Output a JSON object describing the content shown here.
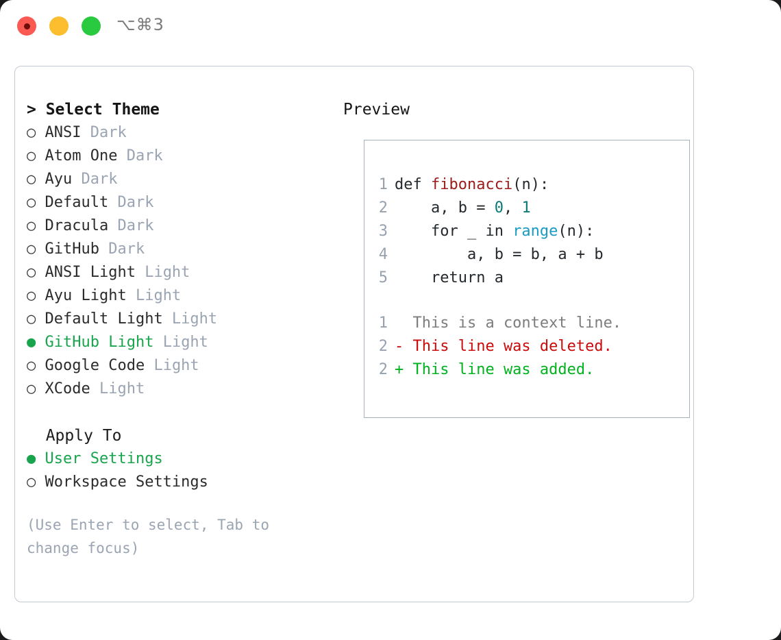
{
  "titlebar": {
    "shortcut": "⌥⌘3",
    "lights": [
      "close",
      "minimize",
      "zoom"
    ]
  },
  "theme_section": {
    "header": "> Select Theme",
    "items": [
      {
        "bullet": "○",
        "label": "ANSI",
        "tag": "Dark",
        "selected": false
      },
      {
        "bullet": "○",
        "label": "Atom One",
        "tag": "Dark",
        "selected": false
      },
      {
        "bullet": "○",
        "label": "Ayu",
        "tag": "Dark",
        "selected": false
      },
      {
        "bullet": "○",
        "label": "Default",
        "tag": "Dark",
        "selected": false
      },
      {
        "bullet": "○",
        "label": "Dracula",
        "tag": "Dark",
        "selected": false
      },
      {
        "bullet": "○",
        "label": "GitHub",
        "tag": "Dark",
        "selected": false
      },
      {
        "bullet": "○",
        "label": "ANSI Light",
        "tag": "Light",
        "selected": false
      },
      {
        "bullet": "○",
        "label": "Ayu Light",
        "tag": "Light",
        "selected": false
      },
      {
        "bullet": "○",
        "label": "Default Light",
        "tag": "Light",
        "selected": false
      },
      {
        "bullet": "●",
        "label": "GitHub Light",
        "tag": "Light",
        "selected": true
      },
      {
        "bullet": "○",
        "label": "Google Code",
        "tag": "Light",
        "selected": false
      },
      {
        "bullet": "○",
        "label": "XCode",
        "tag": "Light",
        "selected": false
      }
    ]
  },
  "apply_section": {
    "header": "  Apply To",
    "items": [
      {
        "bullet": "●",
        "label": "User Settings",
        "tag": "",
        "selected": true
      },
      {
        "bullet": "○",
        "label": "Workspace Settings",
        "tag": "",
        "selected": false
      }
    ]
  },
  "hint": "(Use Enter to select, Tab to change focus)",
  "preview": {
    "title": "Preview",
    "code_lines": [
      {
        "no": "1",
        "pre": "def ",
        "fn": "fibonacci",
        "post": "(n):"
      },
      {
        "no": "2",
        "pre": "    a, b = ",
        "num1": "0",
        "mid": ", ",
        "num2": "1"
      },
      {
        "no": "3",
        "pre": "    for _ in ",
        "call": "range",
        "post": "(n):"
      },
      {
        "no": "4",
        "pre": "        a, b = b, a + b"
      },
      {
        "no": "5",
        "pre": "    return a"
      }
    ],
    "diff_lines": [
      {
        "no": "1",
        "marker": "  ",
        "text": "This is a context line.",
        "kind": "context"
      },
      {
        "no": "2",
        "marker": "- ",
        "text": "This line was deleted.",
        "kind": "deleted"
      },
      {
        "no": "2",
        "marker": "+ ",
        "text": "This line was added.",
        "kind": "added"
      }
    ]
  },
  "colors": {
    "selection_green": "#18a44c",
    "tag_gray": "#9aa4b2",
    "diff_deleted": "#cb0a0a",
    "diff_added": "#00b21e",
    "function_red": "#9c1b1b",
    "number_teal": "#0b7a75",
    "call_blue": "#1a9bc4"
  }
}
